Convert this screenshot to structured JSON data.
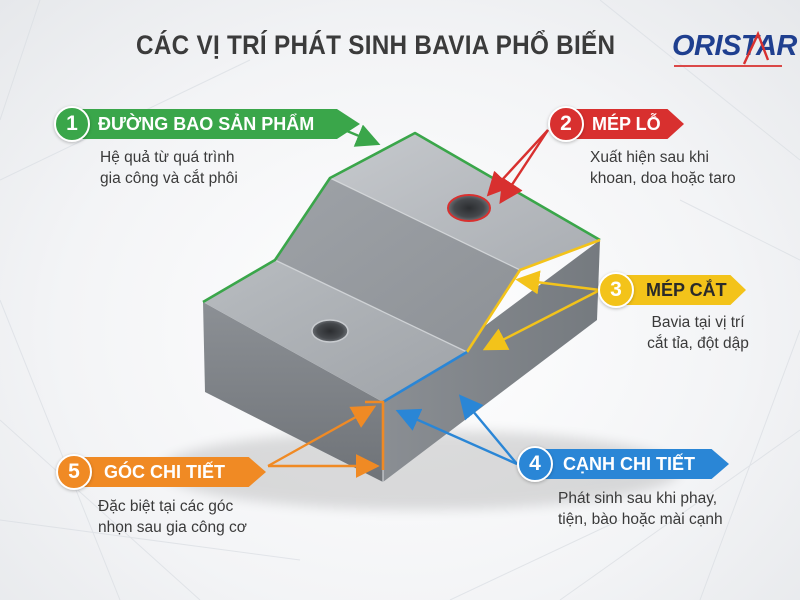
{
  "title": "CÁC VỊ TRÍ PHÁT SINH BAVIA PHỔ BIẾN",
  "logo": {
    "text": "ORISTAR"
  },
  "colors": {
    "green": "#3aa64a",
    "red": "#d8302f",
    "yellow": "#f3c31a",
    "blue": "#2a86d6",
    "orange": "#f08a24",
    "title": "#3b3b3b",
    "logo_blue": "#1f3f8f",
    "logo_red": "#d8302f"
  },
  "callouts": [
    {
      "number": "1",
      "label": "ĐƯỜNG BAO SẢN PHẨM",
      "lines": [
        "Hệ quả từ quá trình",
        "gia công và cắt phôi"
      ]
    },
    {
      "number": "2",
      "label": "MÉP LỖ",
      "lines": [
        "Xuất hiện sau khi",
        "khoan, doa hoặc taro"
      ]
    },
    {
      "number": "3",
      "label": "MÉP CẮT",
      "lines": [
        "Bavia tại vị trí",
        "cắt tỉa, đột dập"
      ]
    },
    {
      "number": "4",
      "label": "CẠNH CHI TIẾT",
      "lines": [
        "Phát sinh sau khi phay,",
        "tiện, bào hoặc mài cạnh"
      ]
    },
    {
      "number": "5",
      "label": "GÓC CHI TIẾT",
      "lines": [
        "Đặc biệt tại các góc",
        "nhọn sau gia công cơ"
      ]
    }
  ]
}
